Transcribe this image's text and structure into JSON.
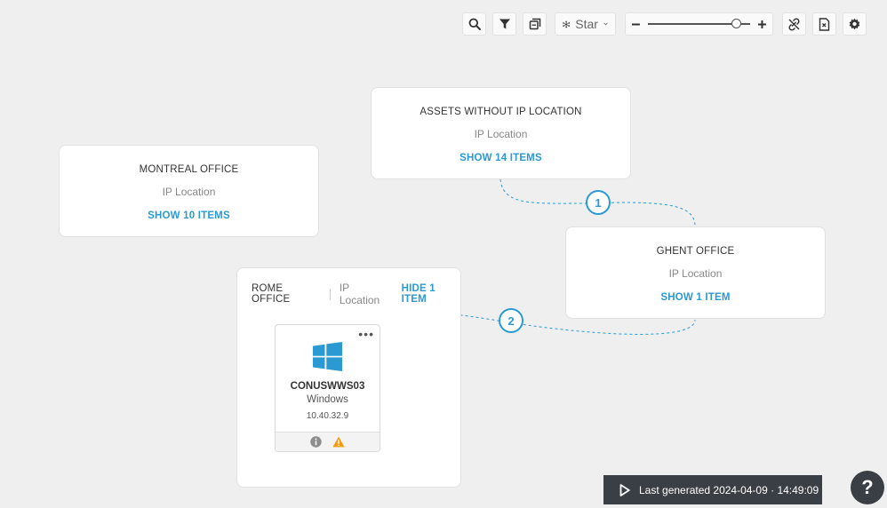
{
  "toolbar": {
    "search_icon": "search-icon",
    "filter_icon": "filter-icon",
    "group_icon": "layers-icon",
    "layout_select": {
      "label": "Star",
      "icon": "star-layout-icon"
    },
    "zoom": {
      "level": 0.9
    },
    "hide_links_icon": "link-off-icon",
    "export_icon": "export-icon",
    "settings_icon": "gear-icon"
  },
  "groups": {
    "assets_without_ip": {
      "title": "ASSETS WITHOUT IP LOCATION",
      "subtitle": "IP Location",
      "action": "SHOW 14 ITEMS"
    },
    "montreal": {
      "title": "MONTREAL OFFICE",
      "subtitle": "IP Location",
      "action": "SHOW 10 ITEMS"
    },
    "ghent": {
      "title": "GHENT OFFICE",
      "subtitle": "IP Location",
      "action": "SHOW 1 ITEM"
    },
    "rome": {
      "title": "ROME OFFICE",
      "subtitle": "IP Location",
      "action": "HIDE 1 ITEM"
    }
  },
  "edges": [
    {
      "label": "1"
    },
    {
      "label": "2"
    }
  ],
  "asset": {
    "name": "CONUSWWS03",
    "os": "Windows",
    "ip": "10.40.32.9",
    "more": "•••"
  },
  "status": {
    "text": "Last generated 2024-04-09 · 14:49:09"
  },
  "help": {
    "label": "?"
  },
  "colors": {
    "accent": "#2b9ad2",
    "warning": "#f39c12",
    "dark": "#3a3f45"
  }
}
